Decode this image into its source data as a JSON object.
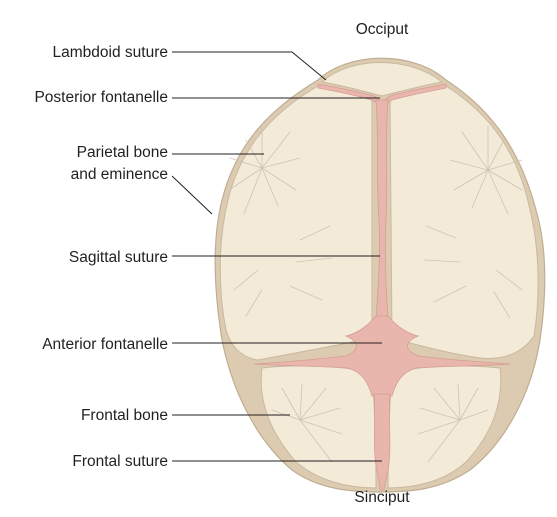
{
  "labels": {
    "occiput": "Occiput",
    "sinciput": "Sinciput",
    "lambdoid_suture": "Lambdoid suture",
    "posterior_fontanelle": "Posterior fontanelle",
    "parietal_bone_line1": "Parietal bone",
    "parietal_bone_line2": "and eminence",
    "sagittal_suture": "Sagittal suture",
    "anterior_fontanelle": "Anterior fontanelle",
    "frontal_bone": "Frontal bone",
    "frontal_suture": "Frontal suture"
  },
  "colors": {
    "bone": "#f3ead8",
    "bone_shadow": "#dccbb0",
    "fontanelle": "#e8b6ad",
    "text": "#231f20"
  }
}
